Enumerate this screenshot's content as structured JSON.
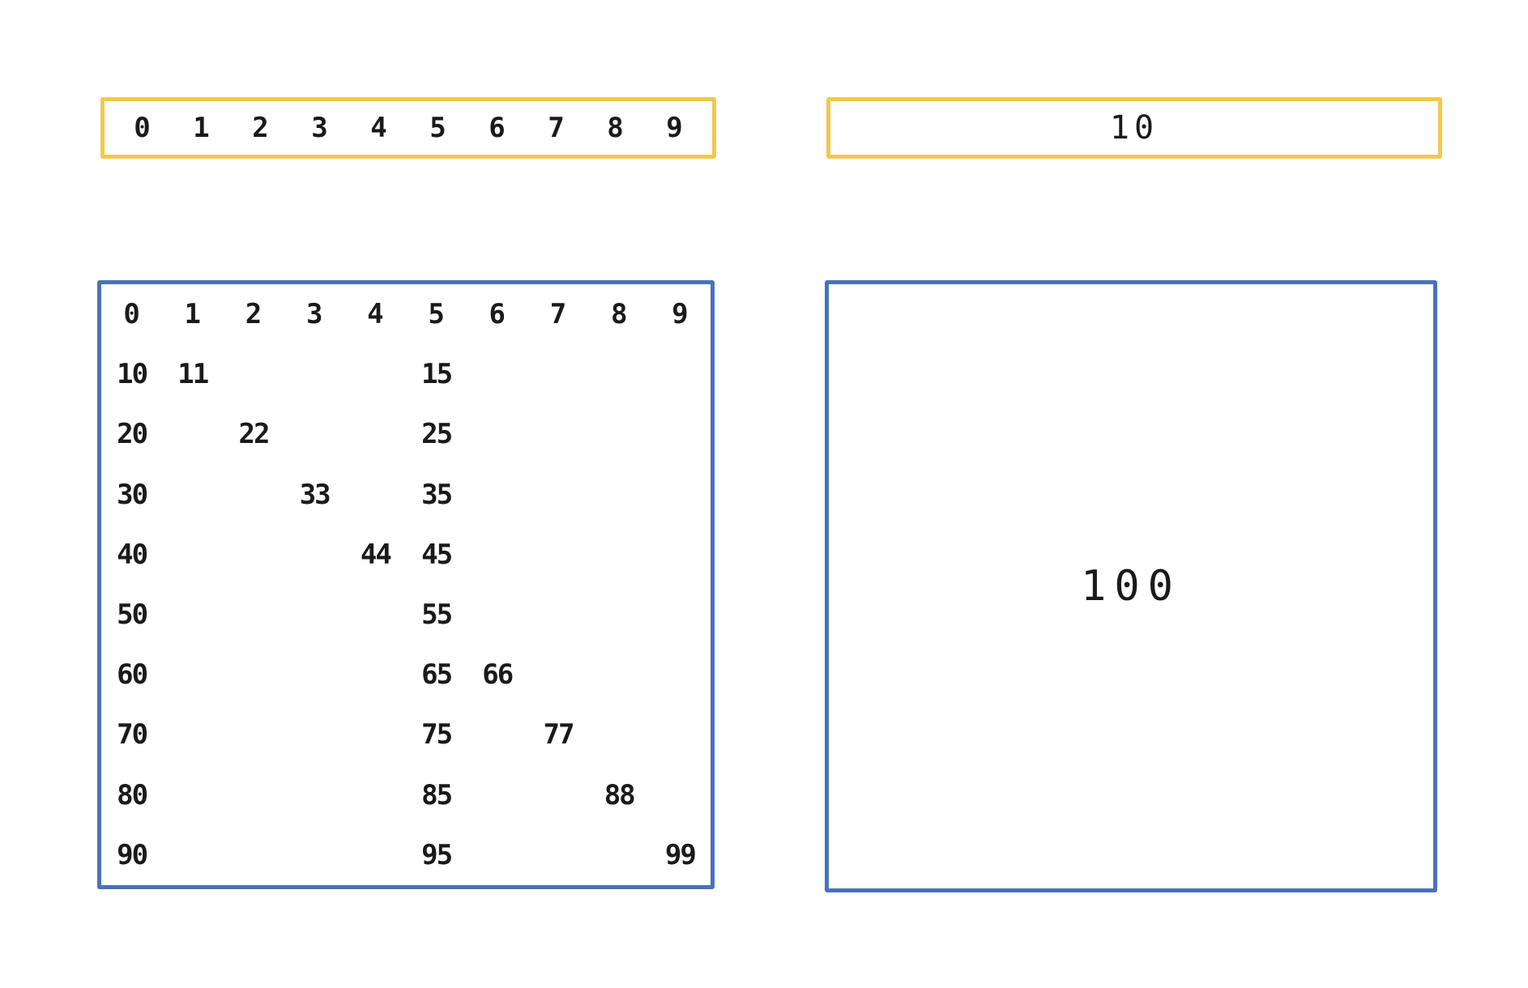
{
  "strip_ones": {
    "digits": [
      "0",
      "1",
      "2",
      "3",
      "4",
      "5",
      "6",
      "7",
      "8",
      "9"
    ]
  },
  "strip_ten": {
    "label": "10"
  },
  "grid": {
    "cells": [
      {
        "row": 0,
        "col": 0,
        "text": "0"
      },
      {
        "row": 0,
        "col": 1,
        "text": "1"
      },
      {
        "row": 0,
        "col": 2,
        "text": "2"
      },
      {
        "row": 0,
        "col": 3,
        "text": "3"
      },
      {
        "row": 0,
        "col": 4,
        "text": "4"
      },
      {
        "row": 0,
        "col": 5,
        "text": "5"
      },
      {
        "row": 0,
        "col": 6,
        "text": "6"
      },
      {
        "row": 0,
        "col": 7,
        "text": "7"
      },
      {
        "row": 0,
        "col": 8,
        "text": "8"
      },
      {
        "row": 0,
        "col": 9,
        "text": "9"
      },
      {
        "row": 1,
        "col": 0,
        "text": "10"
      },
      {
        "row": 1,
        "col": 1,
        "text": "11"
      },
      {
        "row": 1,
        "col": 5,
        "text": "15"
      },
      {
        "row": 2,
        "col": 0,
        "text": "20"
      },
      {
        "row": 2,
        "col": 2,
        "text": "22"
      },
      {
        "row": 2,
        "col": 5,
        "text": "25"
      },
      {
        "row": 3,
        "col": 0,
        "text": "30"
      },
      {
        "row": 3,
        "col": 3,
        "text": "33"
      },
      {
        "row": 3,
        "col": 5,
        "text": "35"
      },
      {
        "row": 4,
        "col": 0,
        "text": "40"
      },
      {
        "row": 4,
        "col": 4,
        "text": "44"
      },
      {
        "row": 4,
        "col": 5,
        "text": "45"
      },
      {
        "row": 5,
        "col": 0,
        "text": "50"
      },
      {
        "row": 5,
        "col": 5,
        "text": "55"
      },
      {
        "row": 6,
        "col": 0,
        "text": "60"
      },
      {
        "row": 6,
        "col": 5,
        "text": "65"
      },
      {
        "row": 6,
        "col": 6,
        "text": "66"
      },
      {
        "row": 7,
        "col": 0,
        "text": "70"
      },
      {
        "row": 7,
        "col": 5,
        "text": "75"
      },
      {
        "row": 7,
        "col": 7,
        "text": "77"
      },
      {
        "row": 8,
        "col": 0,
        "text": "80"
      },
      {
        "row": 8,
        "col": 5,
        "text": "85"
      },
      {
        "row": 8,
        "col": 8,
        "text": "88"
      },
      {
        "row": 9,
        "col": 0,
        "text": "90"
      },
      {
        "row": 9,
        "col": 5,
        "text": "95"
      },
      {
        "row": 9,
        "col": 9,
        "text": "99"
      }
    ]
  },
  "hundred": {
    "label": "100"
  },
  "colors": {
    "strip_border": "#f2c84b",
    "grid_border": "#4a72b8",
    "ink": "#1a1a1a"
  }
}
